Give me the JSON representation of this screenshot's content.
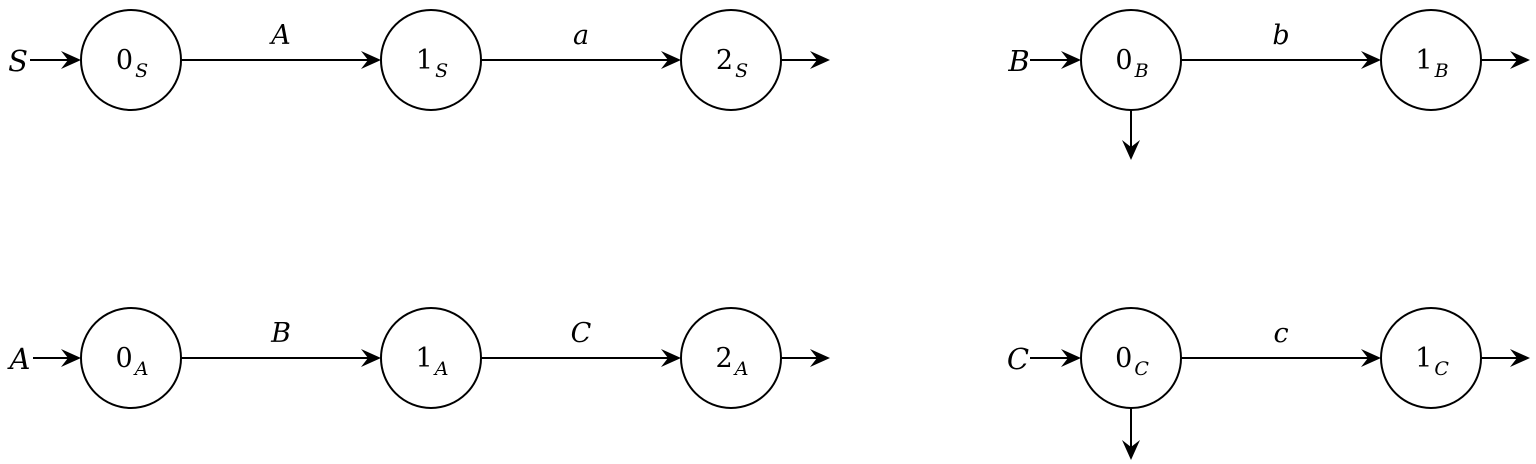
{
  "automata": [
    {
      "name": "S",
      "states": [
        {
          "num": "0",
          "sub": "S"
        },
        {
          "num": "1",
          "sub": "S"
        },
        {
          "num": "2",
          "sub": "S"
        }
      ],
      "transitions": [
        "A",
        "a"
      ]
    },
    {
      "name": "A",
      "states": [
        {
          "num": "0",
          "sub": "A"
        },
        {
          "num": "1",
          "sub": "A"
        },
        {
          "num": "2",
          "sub": "A"
        }
      ],
      "transitions": [
        "B",
        "C"
      ]
    },
    {
      "name": "B",
      "states": [
        {
          "num": "0",
          "sub": "B"
        },
        {
          "num": "1",
          "sub": "B"
        }
      ],
      "transitions": [
        "b"
      ]
    },
    {
      "name": "C",
      "states": [
        {
          "num": "0",
          "sub": "C"
        },
        {
          "num": "1",
          "sub": "C"
        }
      ],
      "transitions": [
        "c"
      ]
    }
  ]
}
